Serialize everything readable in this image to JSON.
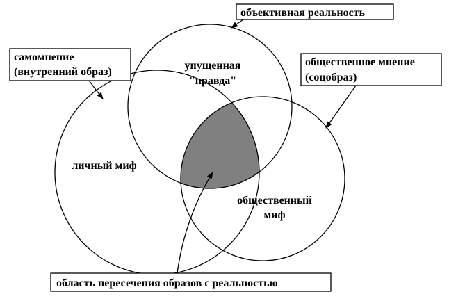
{
  "circles": {
    "objective_reality": {
      "label_box": "объективная реальность"
    },
    "self_image": {
      "label_box_lines": [
        "самомнение",
        "(внутренний образ)"
      ],
      "inner_label": "личный миф"
    },
    "social_image": {
      "label_box_lines": [
        "общественное мнение",
        "(соцобраз)"
      ],
      "inner_label_lines": [
        "общественный",
        "миф"
      ]
    }
  },
  "inner_labels": {
    "missed_truth_lines": [
      "упущенная",
      "\"правда\""
    ]
  },
  "intersection": {
    "label": "область пересечения образов с реальностью",
    "fill_color": "#808080"
  }
}
